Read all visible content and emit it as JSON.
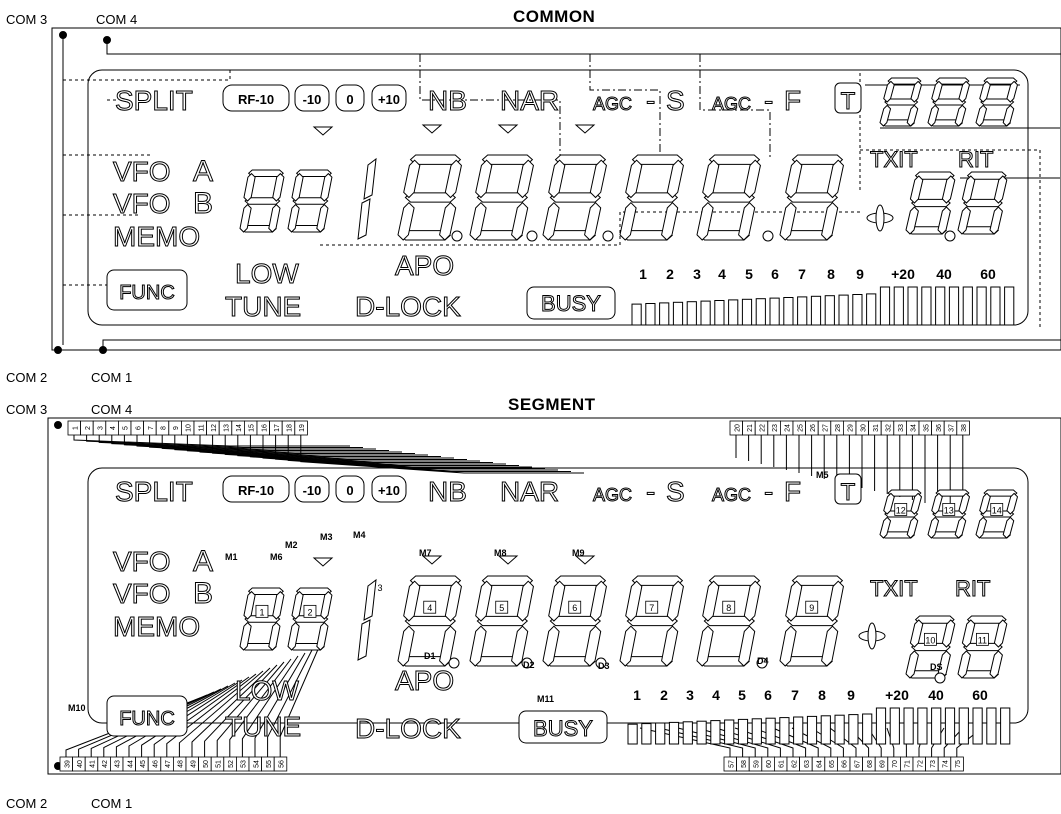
{
  "common": {
    "title": "COMMON",
    "com_labels": {
      "top_left": "COM 3",
      "top_right": "COM 4",
      "bottom_left": "COM 2",
      "bottom_right": "COM 1"
    }
  },
  "segment": {
    "title": "SEGMENT",
    "com_labels": {
      "top_left": "COM 3",
      "top_right": "COM 4",
      "bottom_left": "COM 2",
      "bottom_right": "COM 1"
    },
    "segment_ids": [
      "1",
      "2",
      "3",
      "4",
      "5",
      "6",
      "7",
      "8",
      "9",
      "10",
      "11",
      "12",
      "13",
      "14"
    ],
    "markers": [
      "M1",
      "M2",
      "M3",
      "M4",
      "M5",
      "M6",
      "M7",
      "M8",
      "M9",
      "M10",
      "M11",
      "D1",
      "D2",
      "D3",
      "D4",
      "DS"
    ],
    "top_pins_left": [
      "1",
      "2",
      "3",
      "4",
      "5",
      "6",
      "7",
      "8",
      "9",
      "10",
      "11",
      "12",
      "13",
      "14",
      "15",
      "16",
      "17",
      "18",
      "19"
    ],
    "top_pins_right": [
      "20",
      "21",
      "22",
      "23",
      "24",
      "25",
      "26",
      "27",
      "28",
      "29",
      "30",
      "31",
      "32",
      "33",
      "34",
      "35",
      "36",
      "37",
      "38"
    ],
    "bottom_pins_left": [
      "39",
      "40",
      "41",
      "42",
      "43",
      "44",
      "45",
      "46",
      "47",
      "48",
      "49",
      "50",
      "51",
      "52",
      "53",
      "54",
      "55",
      "56"
    ],
    "bottom_pins_right": [
      "57",
      "58",
      "59",
      "60",
      "61",
      "62",
      "63",
      "64",
      "65",
      "66",
      "67",
      "68",
      "69",
      "70",
      "71",
      "72",
      "73",
      "74",
      "75"
    ]
  },
  "lcd": {
    "split": "SPLIT",
    "rf_buttons": [
      "RF-10",
      "-10",
      "0",
      "+10"
    ],
    "nb": "NB",
    "nar": "NAR",
    "agc_s": "AGC-S",
    "agc_f": "AGC-F",
    "t": "T",
    "vfo_a": "VFO A",
    "vfo_b": "VFO B",
    "memo": "MEMO",
    "func": "FUNC",
    "low": "LOW",
    "tune": "TUNE",
    "apo": "APO",
    "d_lock": "D-LOCK",
    "busy": "BUSY",
    "txit": "TXIT",
    "rit": "RIT",
    "meter_scale": [
      "1",
      "2",
      "3",
      "4",
      "5",
      "6",
      "7",
      "8",
      "9",
      "+20",
      "40",
      "60"
    ]
  }
}
